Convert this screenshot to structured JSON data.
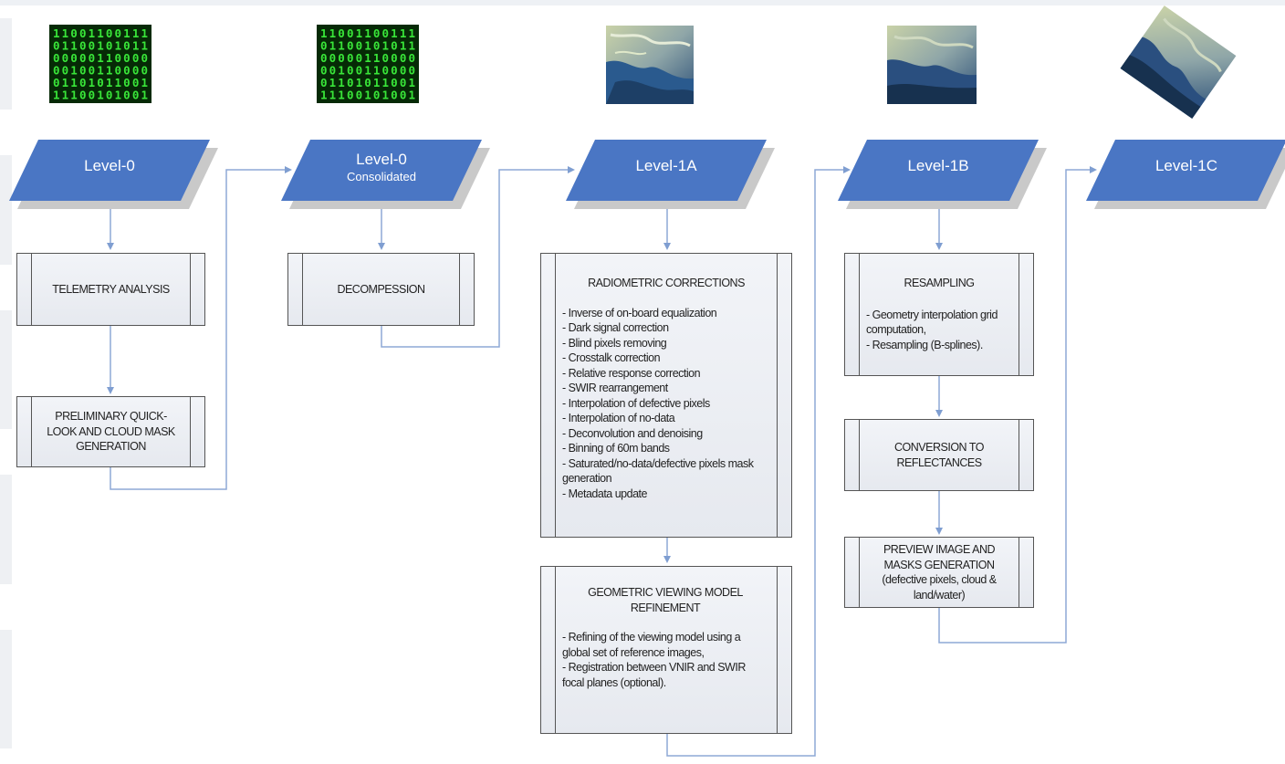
{
  "levels": [
    {
      "name": "Level-0",
      "sub": ""
    },
    {
      "name": "Level-0",
      "sub": "Consolidated"
    },
    {
      "name": "Level-1A",
      "sub": ""
    },
    {
      "name": "Level-1B",
      "sub": ""
    },
    {
      "name": "Level-1C",
      "sub": ""
    }
  ],
  "boxes": {
    "telemetry": "TELEMETRY ANALYSIS",
    "quicklook": "PRELIMINARY QUICK-LOOK AND CLOUD MASK GENERATION",
    "decompression": "DECOMPESSION",
    "radiometric": {
      "title": "RADIOMETRIC CORRECTIONS",
      "items": [
        "- Inverse of on-board equalization",
        "- Dark signal correction",
        "- Blind pixels removing",
        "- Crosstalk correction",
        "- Relative response correction",
        "- SWIR rearrangement",
        "- Interpolation of defective pixels",
        "- Interpolation of no-data",
        "- Deconvolution and denoising",
        "- Binning of 60m bands",
        "- Saturated/no-data/defective pixels mask generation",
        "- Metadata update"
      ]
    },
    "geometric": {
      "title": "GEOMETRIC VIEWING MODEL REFINEMENT",
      "items": [
        "- Refining of the viewing model using a global set of reference images,",
        "- Registration between VNIR and SWIR focal planes (optional)."
      ]
    },
    "resampling": {
      "title": "RESAMPLING",
      "items": [
        "- Geometry interpolation grid computation,",
        "- Resampling (B-splines)."
      ]
    },
    "reflectances": "CONVERSION TO REFLECTANCES",
    "preview": "PREVIEW IMAGE AND MASKS GENERATION (defective pixels, cloud & land/water)"
  },
  "binary_rows": [
    "11001100111",
    "01100101011",
    "00000110000",
    "00100110000",
    "01101011001",
    "11100101001"
  ],
  "colors": {
    "parallelogram": "#4a76c4",
    "parallelogram_shadow": "#c9c9c9",
    "connector": "#8ea9d6",
    "box_border": "#555555",
    "binary_bg": "#062a06",
    "binary_fg": "#39e639"
  },
  "icons": [
    "binary-data-icon",
    "binary-data-icon",
    "satellite-image-icon",
    "satellite-image-icon",
    "orthorectified-image-icon"
  ]
}
